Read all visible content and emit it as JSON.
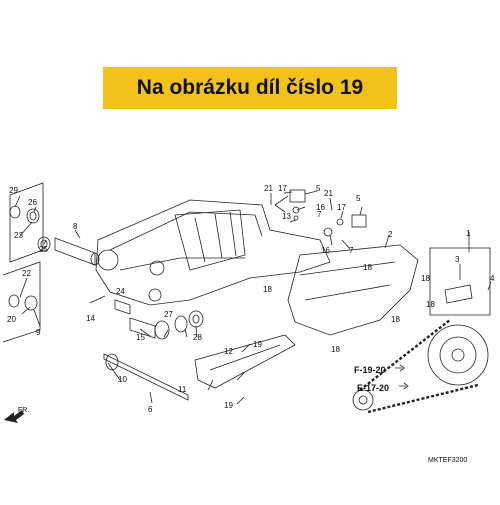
{
  "banner": {
    "text": "Na obrázku díl číslo 19"
  },
  "diagram_code": "MKTEF3200",
  "front_label": "FR.",
  "refs": [
    "F-19-20",
    "E-17-20"
  ],
  "callouts": {
    "c29": "29",
    "c26": "26",
    "c23": "23",
    "c25": "25",
    "c8": "8",
    "c21a": "21",
    "c17a": "17",
    "c5a": "5",
    "c16a": "16",
    "c7a": "7",
    "c13": "13",
    "c21b": "21",
    "c17b": "17",
    "c5b": "5",
    "c16b": "16",
    "c7b": "7",
    "c2": "2",
    "c1": "1",
    "c3": "3",
    "c4": "4",
    "c18a": "18",
    "c18b": "18",
    "c18c": "18",
    "c18d": "18",
    "c18e": "18",
    "c18f": "18",
    "c22": "22",
    "c20": "20",
    "c9": "9",
    "c14": "14",
    "c24": "24",
    "c15": "15",
    "c27": "27",
    "c28": "28",
    "c19a": "19",
    "c19b": "19",
    "c12": "12",
    "c10": "10",
    "c11": "11",
    "c6": "6"
  },
  "colors": {
    "banner": "#f3c21a",
    "ink": "#222222"
  }
}
